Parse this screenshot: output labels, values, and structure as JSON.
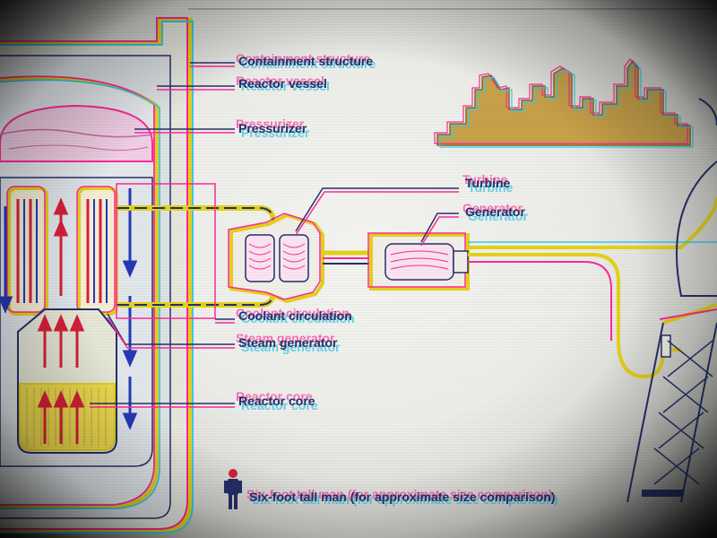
{
  "labels": {
    "containment": "Containment structure",
    "vessel": "Reactor vessel",
    "pressurizer": "Pressurizer",
    "turbine": "Turbine",
    "generator": "Generator",
    "coolant": "Coolant circulation",
    "steam_gen": "Steam generator",
    "core": "Reactor core",
    "man": "Six-foot tall man (for approximate size comparison)"
  },
  "colors": {
    "outline_yellow": "#e6d21a",
    "outline_magenta": "#ff2a9a",
    "outline_cyan": "#3ccbe8",
    "ink": "#26306a",
    "arrow_red": "#d8203a",
    "arrow_blue": "#2638b8",
    "core_fill": "#f0dc52",
    "skyline": "#c9a24a"
  }
}
